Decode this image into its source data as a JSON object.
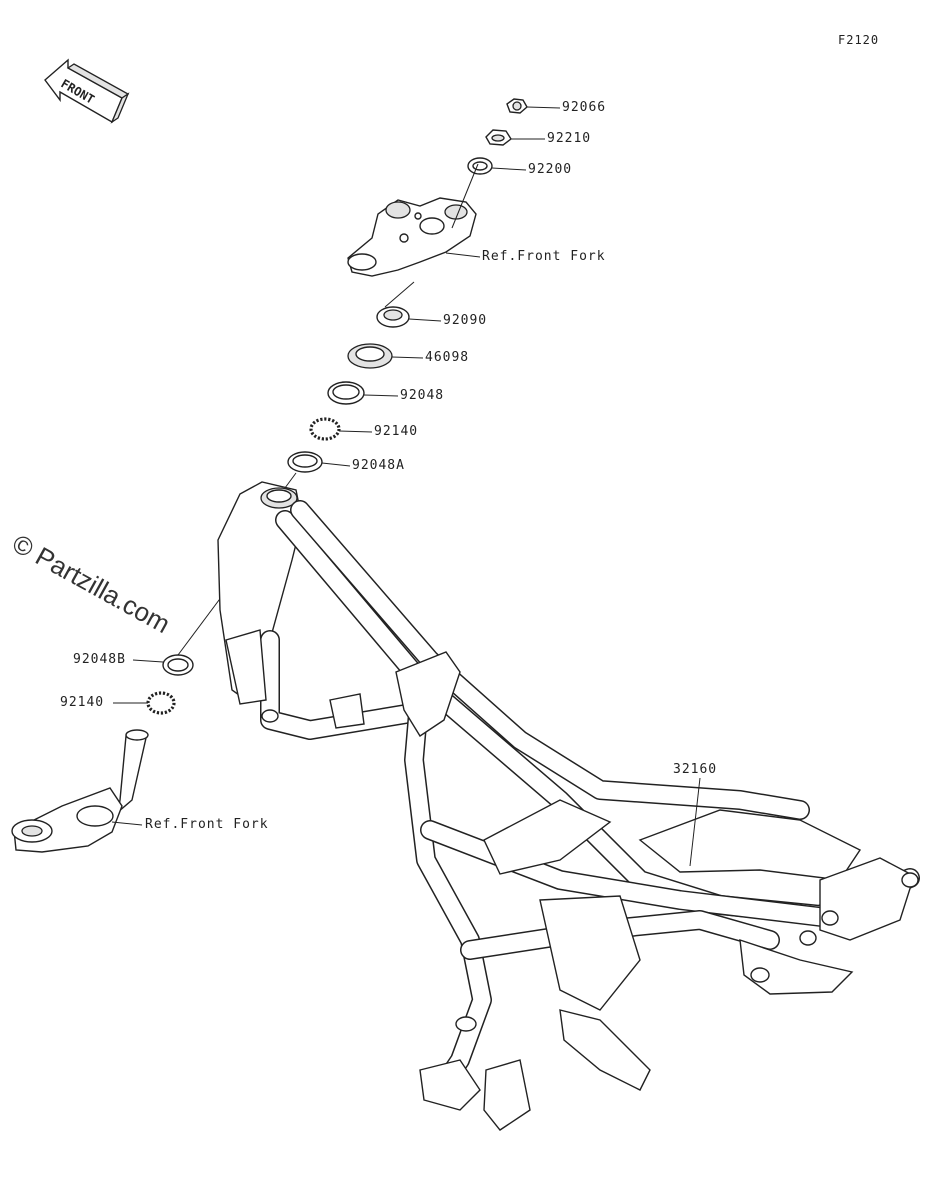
{
  "diagram": {
    "code": "F2120",
    "watermark": "© Partzilla.com",
    "front_arrow": "FRONT",
    "parts": [
      {
        "id": "p92066",
        "label": "92066"
      },
      {
        "id": "p92210",
        "label": "92210"
      },
      {
        "id": "p92200",
        "label": "92200"
      },
      {
        "id": "pref1",
        "label": "Ref.Front Fork"
      },
      {
        "id": "p92090",
        "label": "92090"
      },
      {
        "id": "p46098",
        "label": "46098"
      },
      {
        "id": "p92048",
        "label": "92048"
      },
      {
        "id": "p92140a",
        "label": "92140"
      },
      {
        "id": "p92048A",
        "label": "92048A"
      },
      {
        "id": "p92048B",
        "label": "92048B"
      },
      {
        "id": "p92140b",
        "label": "92140"
      },
      {
        "id": "pref2",
        "label": "Ref.Front Fork"
      },
      {
        "id": "p32160",
        "label": "32160"
      }
    ]
  }
}
